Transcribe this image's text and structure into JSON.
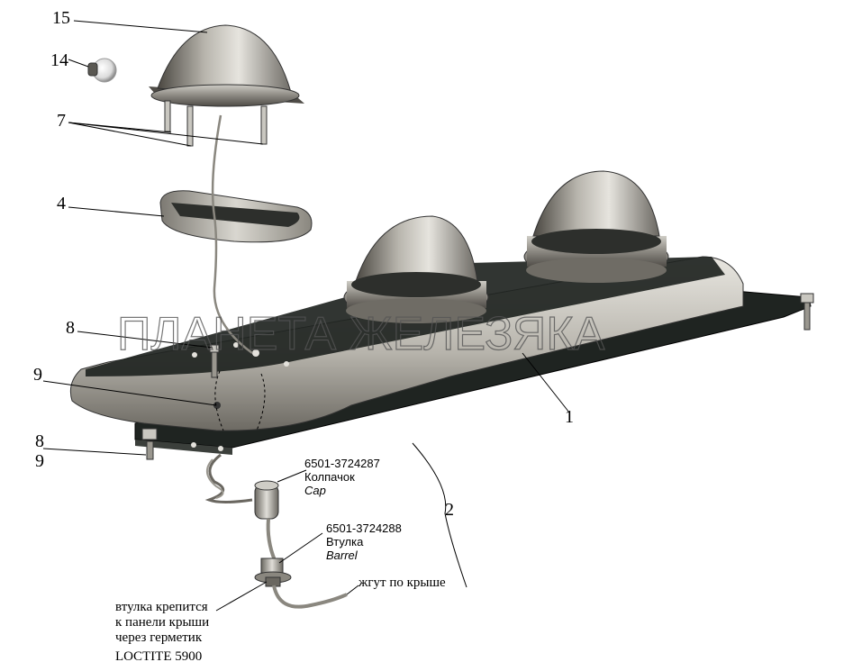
{
  "callouts": {
    "c1": "1",
    "c2": "2",
    "c4": "4",
    "c7": "7",
    "c8a": "8",
    "c8b": "8",
    "c9a": "9",
    "c9b": "9",
    "c14": "14",
    "c15": "15"
  },
  "cap_label": {
    "part_number": "6501-3724287",
    "name_ru": "Колпачок",
    "name_en": "Cap"
  },
  "barrel_label": {
    "part_number": "6501-3724288",
    "name_ru": "Втулка",
    "name_en": "Barrel"
  },
  "harness_note": "жгут по крыше",
  "mount_note": {
    "line1": "втулка крепится",
    "line2": "к панели крыши",
    "line3": "через герметик",
    "line4": "LOCTITE 5900"
  },
  "watermark": "ПЛАНЕТА ЖЕЛЕЗЯКА",
  "colors": {
    "panel_dark": "#1f2421",
    "metal_light": "#e4e2dc",
    "metal_mid": "#a7a49c",
    "metal_dark": "#5e5b55"
  }
}
